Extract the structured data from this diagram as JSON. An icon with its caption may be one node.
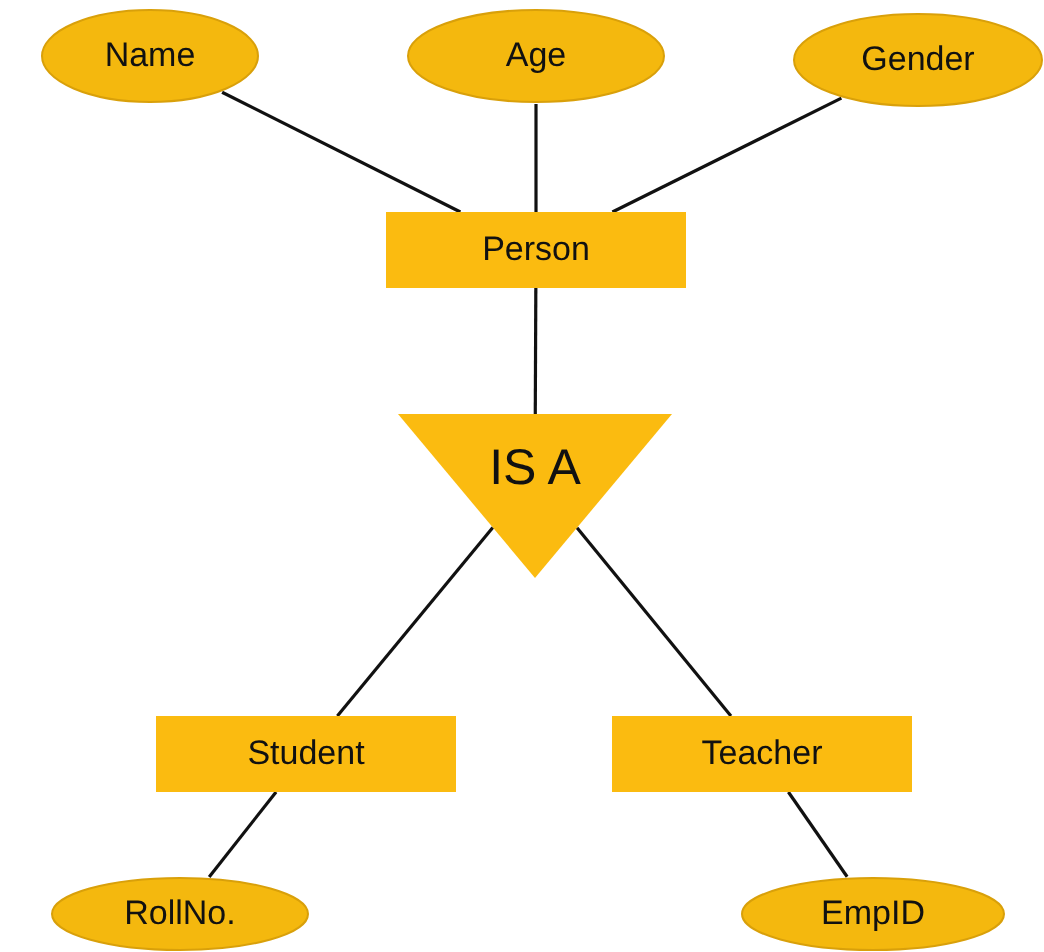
{
  "diagram": {
    "nodes": [
      {
        "text": [
          "Name"
        ]
      },
      {
        "text": [
          "Age"
        ]
      },
      {
        "text": [
          "Gender"
        ]
      },
      {
        "text": [
          "Person"
        ]
      },
      {
        "text": [
          "IS A"
        ]
      },
      {
        "text": [
          "Student"
        ]
      },
      {
        "text": [
          "Teacher"
        ]
      },
      {
        "text": [
          "RollNo."
        ]
      },
      {
        "text": [
          "EmpID"
        ]
      }
    ],
    "edges": [
      {
        "from": 0,
        "to": 3,
        "arrow": "none"
      },
      {
        "from": 1,
        "to": 3,
        "arrow": "none"
      },
      {
        "from": 2,
        "to": 3,
        "arrow": "none"
      },
      {
        "from": 3,
        "to": 4,
        "arrow": "none"
      },
      {
        "from": 4,
        "to": 5,
        "arrow": "none"
      },
      {
        "from": 4,
        "to": 6,
        "arrow": "none"
      },
      {
        "from": 5,
        "to": 7,
        "arrow": "none"
      },
      {
        "from": 6,
        "to": 8,
        "arrow": "none"
      }
    ]
  }
}
